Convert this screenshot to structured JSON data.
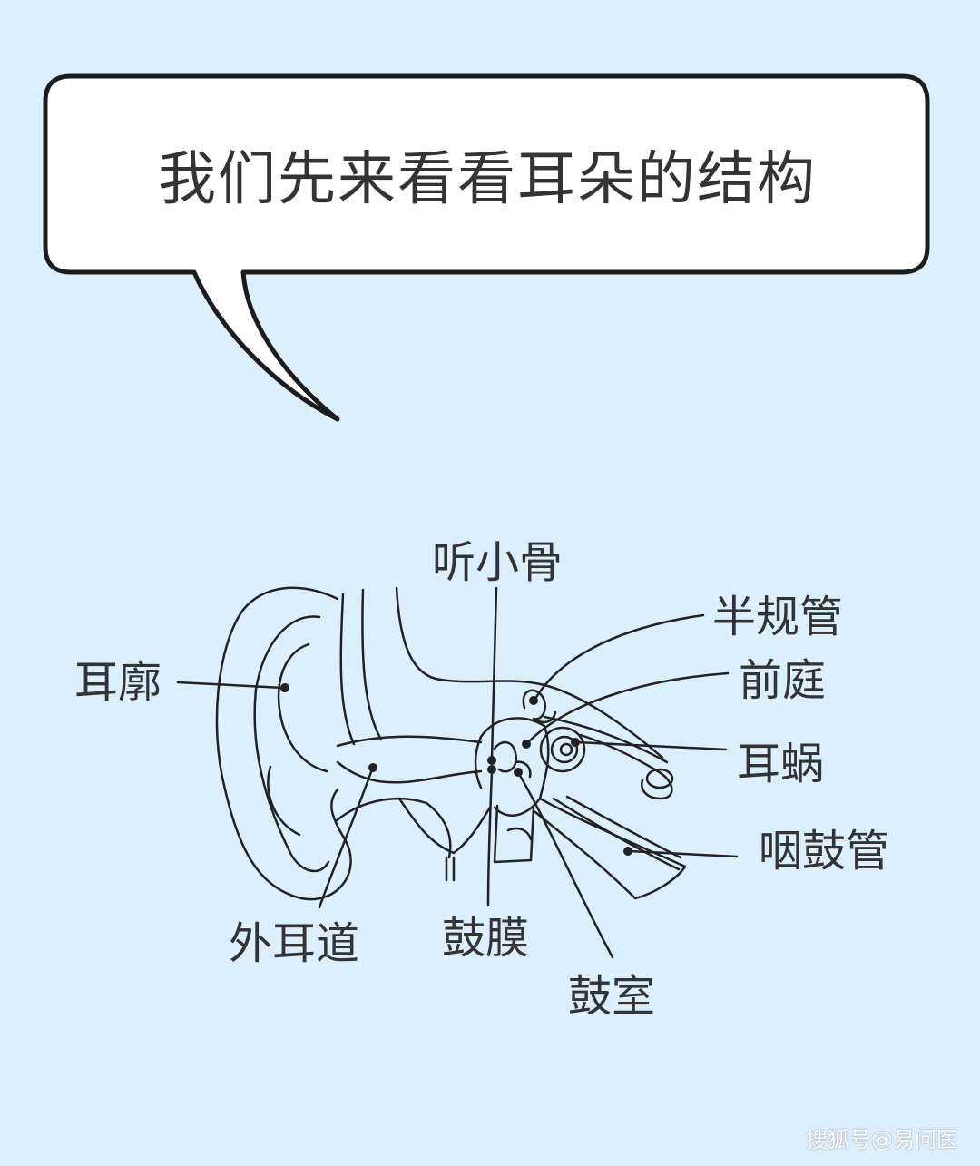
{
  "bubble": {
    "text": "我们先来看看耳朵的结构"
  },
  "diagram": {
    "labels": {
      "ossicles": "听小骨",
      "semicircular_canals": "半规管",
      "vestibule": "前庭",
      "auricle": "耳廓",
      "cochlea": "耳蜗",
      "eustachian_tube": "咽鼓管",
      "ear_canal": "外耳道",
      "eardrum": "鼓膜",
      "tympanic_cavity": "鼓室"
    }
  },
  "watermark": "搜狐号@易问医",
  "colors": {
    "background": "#dcefff",
    "line": "#222222",
    "text": "#333333"
  }
}
